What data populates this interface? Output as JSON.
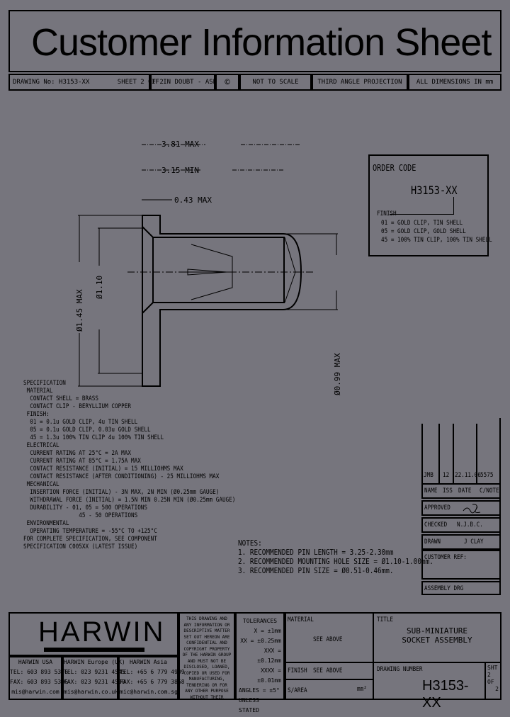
{
  "title": "Customer Information Sheet",
  "header": {
    "drawing_no": "DRAWING No: H3153-XX",
    "sheet": "SHEET 2 OF 2",
    "if_in_doubt": "IF IN DOUBT - ASK",
    "copyright_symbol": "©",
    "scale": "NOT TO SCALE",
    "projection": "THIRD ANGLE PROJECTION",
    "units": "ALL DIMENSIONS IN mm"
  },
  "drawing": {
    "dim_overall": "3.81 MAX",
    "dim_min": "3.15 MIN",
    "dim_flange": "0.43 MAX",
    "dia_flange": "Ø1.45 MAX",
    "dia_bore": "Ø1.10",
    "dia_body": "Ø0.99 MAX"
  },
  "order_code": {
    "heading": "ORDER CODE",
    "code": "H3153-XX",
    "finish_label": "FINISH",
    "options": [
      "01 = GOLD CLIP, TIN SHELL",
      "05 = GOLD CLIP, GOLD SHELL",
      "45 = 100% TIN CLIP, 100% TIN SHELL"
    ]
  },
  "specification": [
    "SPECIFICATION",
    " MATERIAL",
    "  CONTACT SHELL = BRASS",
    "  CONTACT CLIP - BERYLLIUM COPPER",
    " FINISH:",
    "  01 = 0.1u GOLD CLIP, 4u TIN SHELL",
    "  05 = 0.1u GOLD CLIP, 0.03u GOLD SHELL",
    "  45 = 1.3u 100% TIN CLIP 4u 100% TIN SHELL",
    " ELECTRICAL",
    "  CURRENT RATING AT 25°C = 2A MAX",
    "  CURRENT RATING AT 85°C = 1.75A MAX",
    "  CONTACT RESISTANCE (INITIAL) = 15 MILLIOHMS MAX",
    "  CONTACT RESISTANCE (AFTER CONDITIONING) - 25 MILLIOHMS MAX",
    " MECHANICAL",
    "  INSERTION FORCE (INITIAL) - 3N MAX, 2N MIN (Ø0.25mm GAUGE)",
    "  WITHDRAWAL FORCE (INITIAL) = 1.5N MIN 0.25N MIN (Ø0.25mm GAUGE)",
    "  DURABILITY - 01, 05 = 500 OPERATIONS",
    "                 45 - 50 OPERATIONS",
    " ENVIRONMENTAL",
    "  OPERATING TEMPERATURE = -55°C TO +125°C",
    "FOR COMPLETE SPECIFICATION, SEE COMPONENT",
    "SPECIFICATION C005XX (LATEST ISSUE)"
  ],
  "notes": [
    "NOTES:",
    "1. RECOMMENDED PIN LENGTH = 3.25-2.30mm",
    "2. RECOMMENDED MOUNTING HOLE SIZE = Ø1.10-1.00mm.",
    "3. RECOMMENDED PIN SIZE = Ø0.51-0.46mm."
  ],
  "revision": {
    "values": [
      "JMB",
      "12",
      "22.11.06",
      "5575"
    ],
    "headers": [
      "NAME",
      "ISS",
      "DATE",
      "C/NOTE"
    ],
    "approved_label": "APPROVED",
    "checked_label": "CHECKED",
    "checked_value": "N.J.B.C.",
    "drawn_label": "DRAWN",
    "drawn_value": "J CLAY",
    "customer_ref_label": "CUSTOMER REF:",
    "assembly_label": "ASSEMBLY DRG"
  },
  "footer": {
    "logo": "HARWIN",
    "offices": [
      {
        "name": "HARWIN USA",
        "tel": "TEL: 603 893 5376",
        "fax": "FAX: 603 893 5396",
        "email": "mis@harwin.com"
      },
      {
        "name": "HARWIN Europe (UK)",
        "tel": "TEL: 023 9231 4545",
        "fax": "FAX: 023 9231 4590",
        "email": "mis@harwin.co.uk"
      },
      {
        "name": "HARWIN Asia",
        "tel": "TEL: +65 6 779 4909",
        "fax": "FAX: +65 6 779 3868",
        "email": "mic@harwin.com.sg"
      }
    ],
    "confidential": "THIS DRAWING AND ANY INFORMATION OR DESCRIPTIVE MATTER SET OUT HEREON ARE CONFIDENTIAL AND COPYRIGHT PROPERTY OF THE HARWIN GROUP AND MUST NOT BE DISCLOSED, LOANED, COPIED OR USED FOR MANUFACTURING, TENDERING OR FOR ANY OTHER PURPOSE WITHOUT THEIR WRITTEN PERMISSION.",
    "tolerances": [
      "TOLERANCES",
      "X = ±1mm",
      "XX = ±0.25mm",
      "XXX = ±0.12mm",
      "XXXX = ±0.01mm",
      "ANGLES = ±5°",
      "UNLESS STATED"
    ],
    "material_label": "MATERIAL",
    "material_value": "SEE ABOVE",
    "finish_label": "FINISH",
    "finish_value": "SEE ABOVE",
    "sarea_label": "S/AREA",
    "sarea_unit": "mm²",
    "title_label": "TITLE",
    "title_line1": "SUB-MINIATURE",
    "title_line2": "SOCKET ASSEMBLY",
    "drawing_number_label": "DRAWING NUMBER",
    "drawing_number": "H3153-XX",
    "sht_label": "SHT",
    "sht_num": "2",
    "sht_of": "OF",
    "sht_total": "2"
  }
}
